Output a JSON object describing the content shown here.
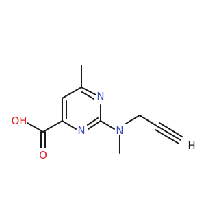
{
  "molecule": {
    "atoms": {
      "n_ring_top": "N",
      "n_ring_bottom": "N",
      "n_amine": "N",
      "o_hydroxyl": "OH",
      "o_carbonyl": "O",
      "h_terminal": "H"
    },
    "colors": {
      "nitrogen": "#3b4cc0",
      "oxygen": "#e8202a",
      "carbon": "#1a1a1a"
    }
  }
}
